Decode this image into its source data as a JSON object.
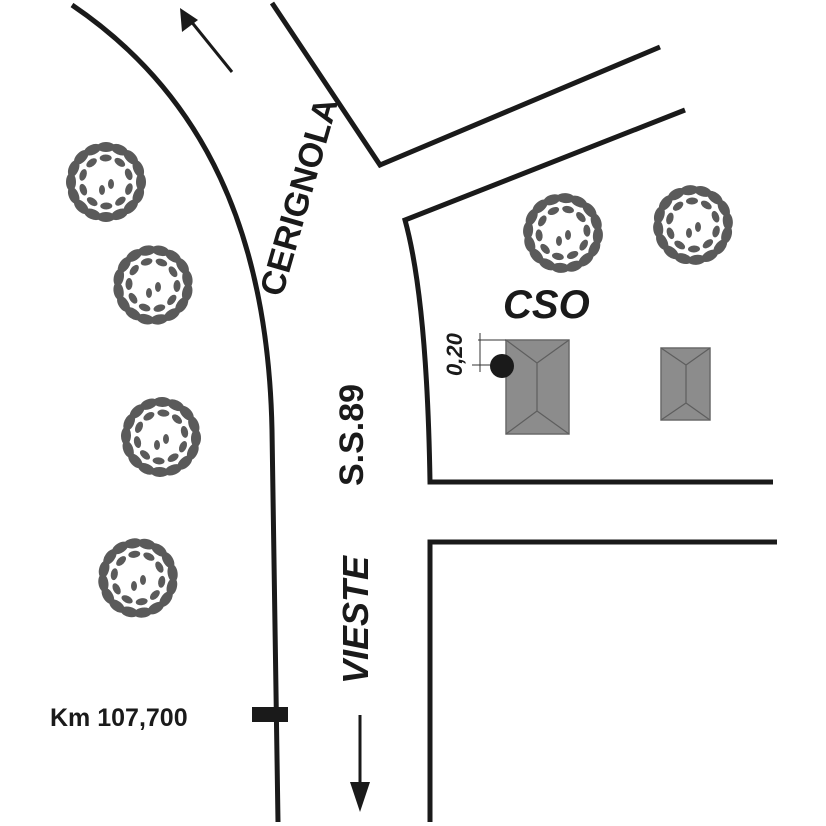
{
  "labels": {
    "road_north": "CERIGNOLA",
    "road_name": "S.S.89",
    "road_south": "VIESTE",
    "site": "CSO",
    "offset": "0,20",
    "km_marker": "Km 107,700"
  },
  "colors": {
    "line": "#1a1a1a",
    "tree": "#5a5a5a",
    "building": "#8c8c8c"
  },
  "icons": [
    "tree-icon",
    "arrow-north-icon",
    "arrow-south-icon",
    "point-marker-icon",
    "building-icon"
  ]
}
